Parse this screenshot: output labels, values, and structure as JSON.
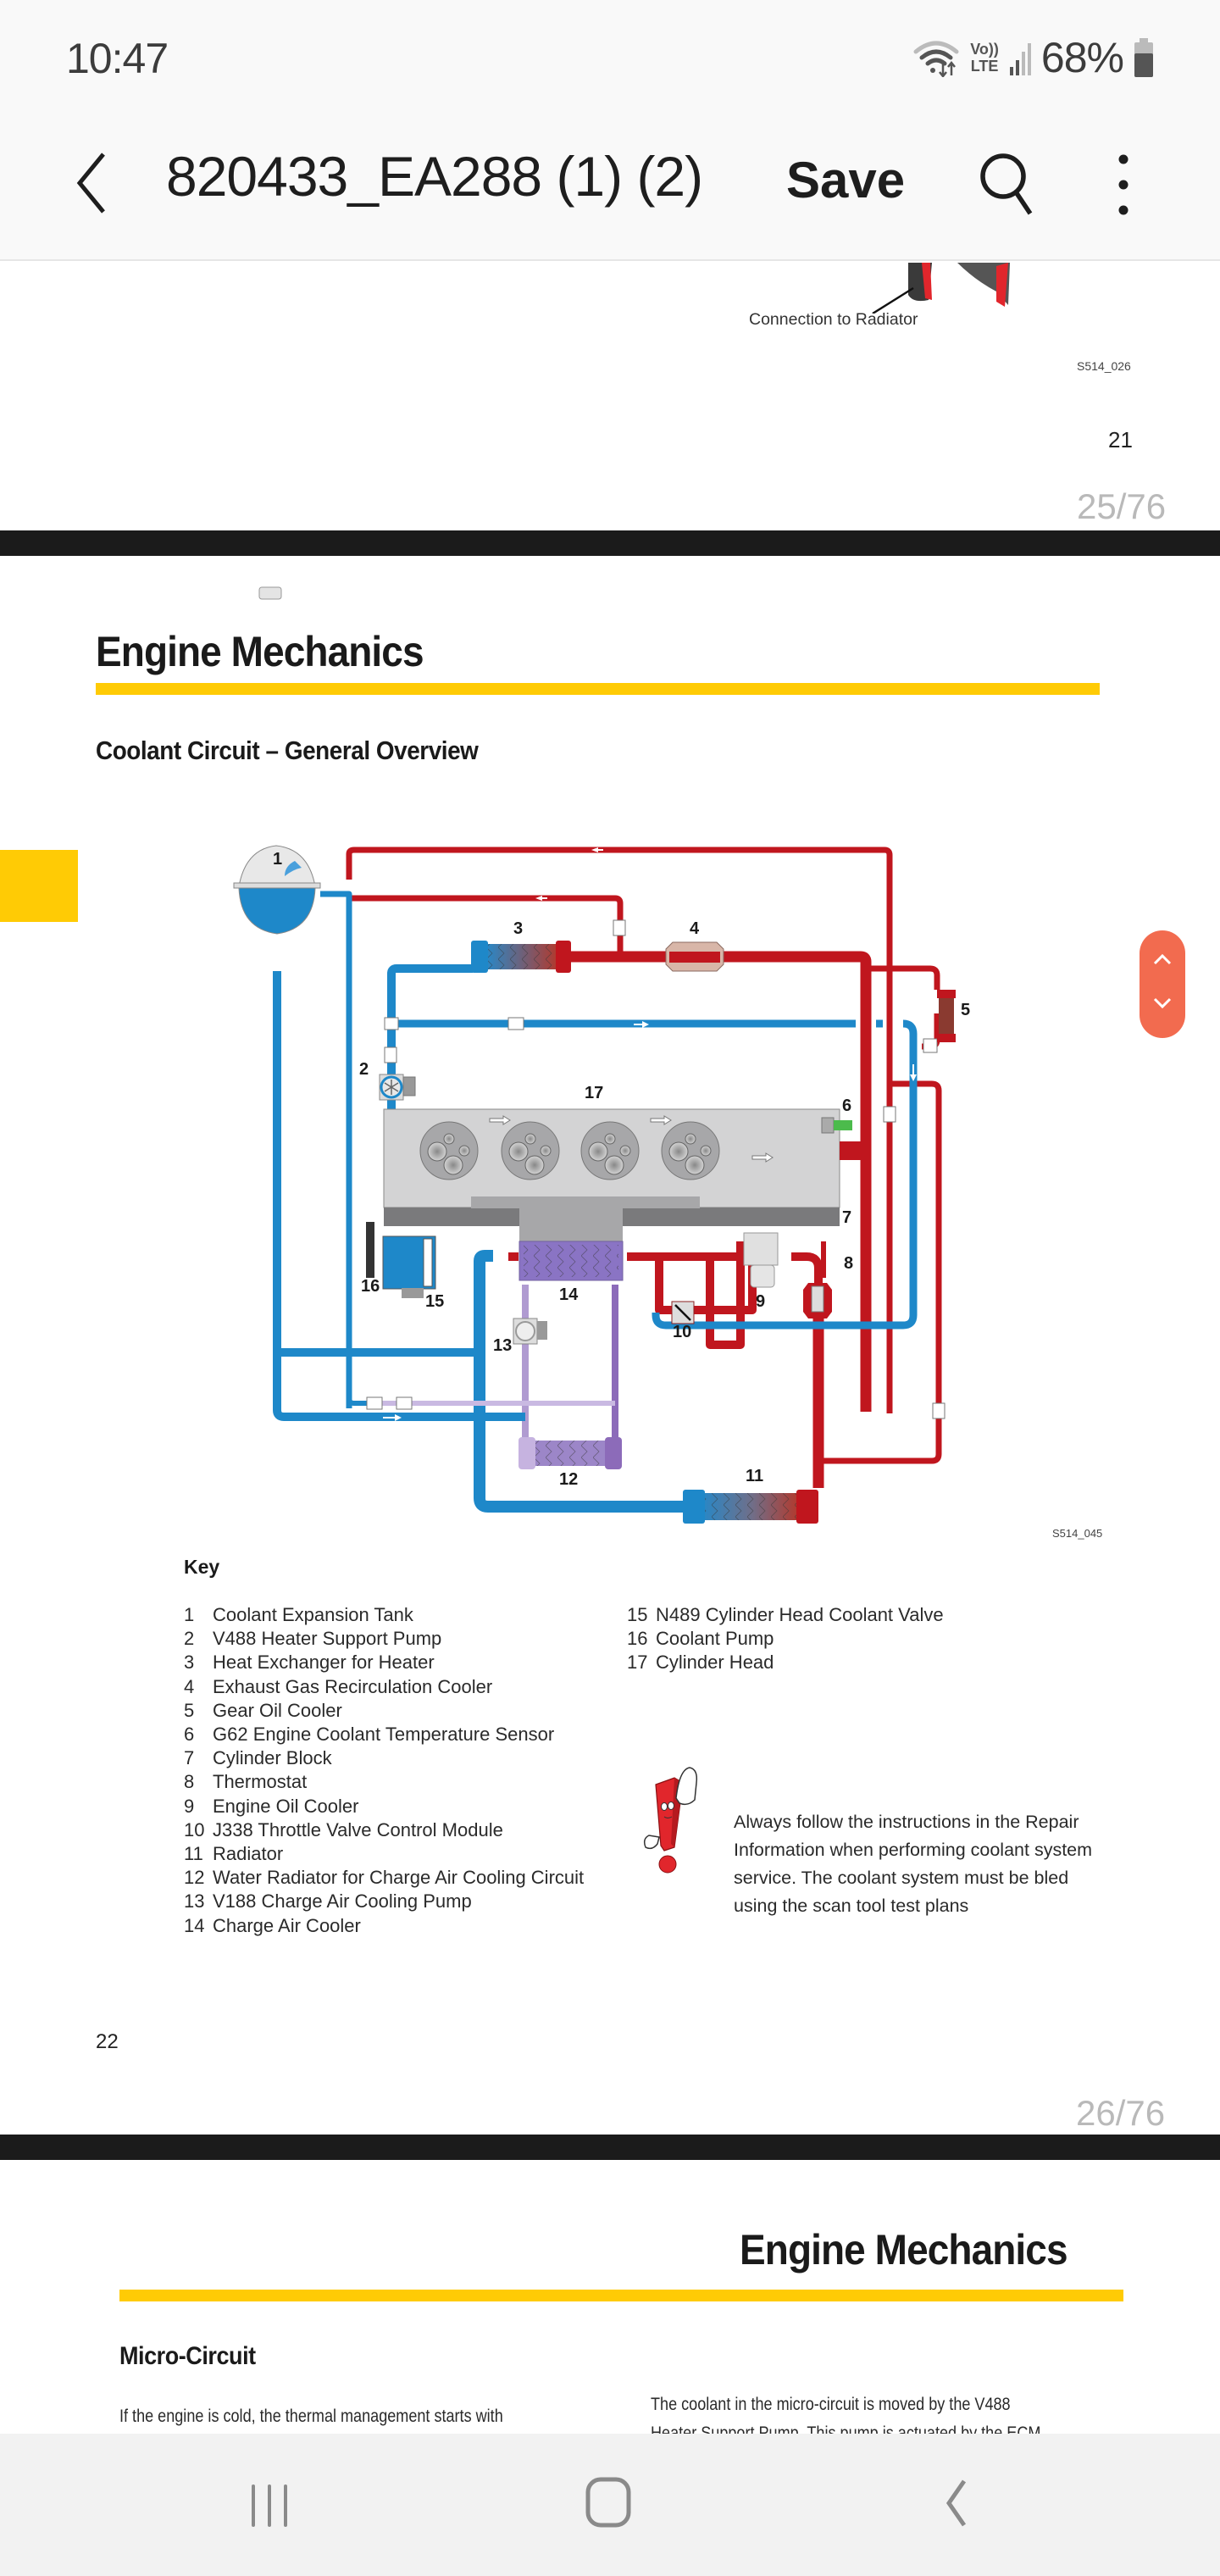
{
  "status_bar": {
    "time": "10:47",
    "wifi_icon": "wifi-data-icon",
    "network_label_top": "Vo))",
    "network_label_bottom": "LTE",
    "signal_icon": "signal-strength-icon",
    "battery_percent": "68%",
    "battery_icon": "battery-icon"
  },
  "app_bar": {
    "back_icon": "chevron-left-icon",
    "title": "820433_EA288 (1) (2)",
    "save_label": "Save",
    "search_icon": "search-icon",
    "more_icon": "more-vertical-icon"
  },
  "colors": {
    "accent_yellow": "#ffcb05",
    "scroll_pill": "#f26b4f",
    "coolant_hot": "#c0161e",
    "coolant_cold": "#1e88c9",
    "charge_air_circuit": "#a58cc8",
    "page_separator": "#1b1b1b",
    "page_counter": "#b9b9b9"
  },
  "pages": [
    {
      "callout": "Connection to Radiator",
      "figure_code": "S514_026",
      "page_number": "21",
      "counter": "25/76"
    },
    {
      "title": "Engine Mechanics",
      "subtitle": "Coolant Circuit – General Overview",
      "figure_code": "S514_045",
      "diagram_labels": [
        "1",
        "2",
        "3",
        "4",
        "5",
        "6",
        "7",
        "8",
        "9",
        "10",
        "11",
        "12",
        "13",
        "14",
        "15",
        "16",
        "17"
      ],
      "key_heading": "Key",
      "key_left": [
        {
          "num": "1",
          "label": "Coolant Expansion Tank"
        },
        {
          "num": "2",
          "label": "V488 Heater Support Pump"
        },
        {
          "num": "3",
          "label": "Heat Exchanger for Heater"
        },
        {
          "num": "4",
          "label": "Exhaust Gas Recirculation Cooler"
        },
        {
          "num": "5",
          "label": "Gear Oil Cooler"
        },
        {
          "num": "6",
          "label": "G62 Engine Coolant Temperature Sensor"
        },
        {
          "num": "7",
          "label": "Cylinder Block"
        },
        {
          "num": "8",
          "label": "Thermostat"
        },
        {
          "num": "9",
          "label": "Engine Oil Cooler"
        },
        {
          "num": "10",
          "label": "J338 Throttle Valve Control Module"
        },
        {
          "num": "11",
          "label": "Radiator"
        },
        {
          "num": "12",
          "label": "Water Radiator for Charge Air Cooling Circuit"
        },
        {
          "num": "13",
          "label": "V188 Charge Air Cooling Pump"
        },
        {
          "num": "14",
          "label": "Charge Air Cooler"
        }
      ],
      "key_right": [
        {
          "num": "15",
          "label": "N489 Cylinder Head Coolant Valve"
        },
        {
          "num": "16",
          "label": "Coolant Pump"
        },
        {
          "num": "17",
          "label": "Cylinder Head"
        }
      ],
      "note_icon": "warning-exclamation-mascot-icon",
      "note_text": "Always follow the instructions in the Repair Information when performing coolant system service.  The coolant system must be bled using the scan tool test plans",
      "page_number": "22",
      "counter": "26/76"
    },
    {
      "title": "Engine Mechanics",
      "subtitle": "Micro-Circuit",
      "left_col_line": "If the engine is cold, the thermal management starts with",
      "right_col_lines": [
        "The coolant in the micro-circuit is moved by the V488",
        "Heater Support Pump.  This pump is actuated by the ECM"
      ]
    }
  ],
  "scroll_control": {
    "up_icon": "chevron-up-icon",
    "down_icon": "chevron-down-icon"
  },
  "nav_bar": {
    "recents_icon": "recent-apps-icon",
    "home_icon": "home-icon",
    "back_icon": "back-icon"
  }
}
